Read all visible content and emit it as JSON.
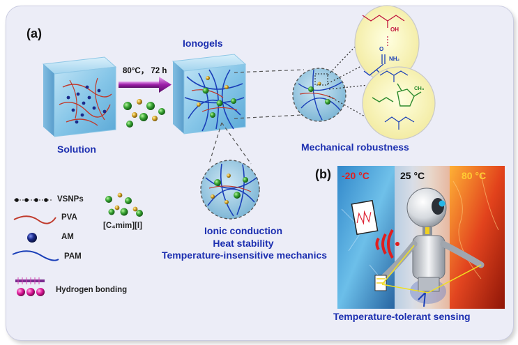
{
  "panel_a": {
    "label": "(a)",
    "solution_label": "Solution",
    "condition_label": "80°C， 72 h",
    "ionogels_label": "Ionogels",
    "mechanical_label": "Mechanical robustness",
    "properties": [
      "Ionic conduction",
      "Heat stability",
      "Temperature-insensitive mechanics"
    ],
    "chem_labels": {
      "oh": "OH",
      "nh2": "NH₂",
      "o": "O",
      "ch3": "CH₃"
    }
  },
  "legend": {
    "items": [
      {
        "label": "VSNPs",
        "icon": "vsnp-chain-icon"
      },
      {
        "label": "PVA",
        "icon": "pva-curve-icon"
      },
      {
        "label": "AM",
        "icon": "am-sphere-icon"
      },
      {
        "label": "PAM",
        "icon": "pam-curve-icon"
      },
      {
        "label": "Hydrogen bonding",
        "icon": "hydrogen-bond-icon"
      }
    ],
    "ionic_liquid_label": "[C₄mim][I]"
  },
  "panel_b": {
    "label": "(b)",
    "temp_cold": "-20 °C",
    "temp_room": "25 °C",
    "temp_hot": "80 °C",
    "caption": "Temperature-tolerant sensing"
  },
  "colors": {
    "title_blue": "#1c2fb0",
    "pva_red": "#c0392b",
    "pam_blue": "#1a3fb8",
    "am_navy": "#1b2a8a",
    "il_green": "#2e8b2e",
    "il_gold": "#c9a227",
    "hbond_magenta": "#e0189a",
    "cold_red": "#e02020",
    "hot_orange": "#ffcc33",
    "arrow_purple": "#9b1fa8"
  }
}
